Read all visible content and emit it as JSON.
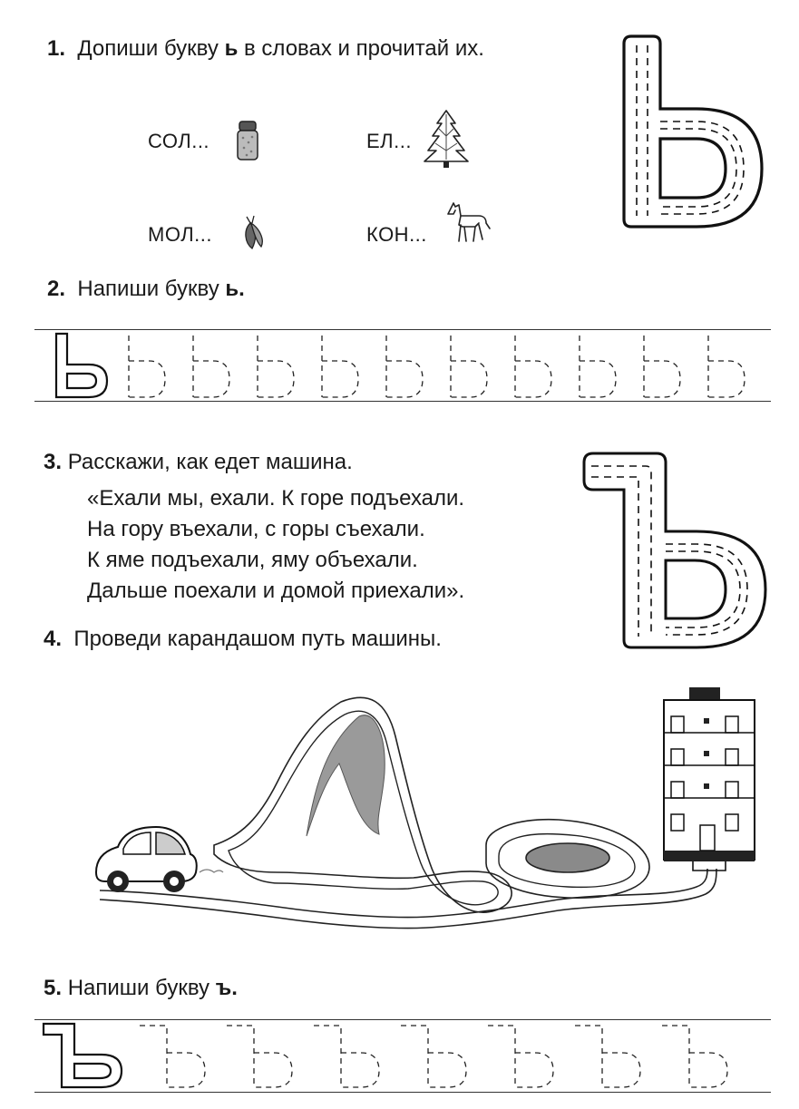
{
  "task1": {
    "number": "1.",
    "text_before": "Допиши букву",
    "letter": "ь",
    "text_after": "в словах и прочитай их.",
    "words": [
      {
        "text": "СОЛ...",
        "picture": "salt-shaker-icon"
      },
      {
        "text": "ЕЛ...",
        "picture": "fir-tree-icon"
      },
      {
        "text": "МОЛ...",
        "picture": "moth-icon"
      },
      {
        "text": "КОН...",
        "picture": "horse-icon"
      }
    ]
  },
  "task2": {
    "number": "2.",
    "text": "Напиши букву",
    "letter": "ь",
    "period": "."
  },
  "task3": {
    "number": "3.",
    "text": "Расскажи, как едет машина.",
    "poem": [
      "«Ехали мы, ехали. К горе подъехали.",
      "На гору въехали, с горы съехали.",
      "К яме подъехали, яму объехали.",
      "Дальше поехали и домой приехали»."
    ]
  },
  "task4": {
    "number": "4.",
    "text": "Проведи карандашом путь машины."
  },
  "task5": {
    "number": "5.",
    "text": "Напиши букву",
    "letter": "ъ",
    "period": "."
  }
}
